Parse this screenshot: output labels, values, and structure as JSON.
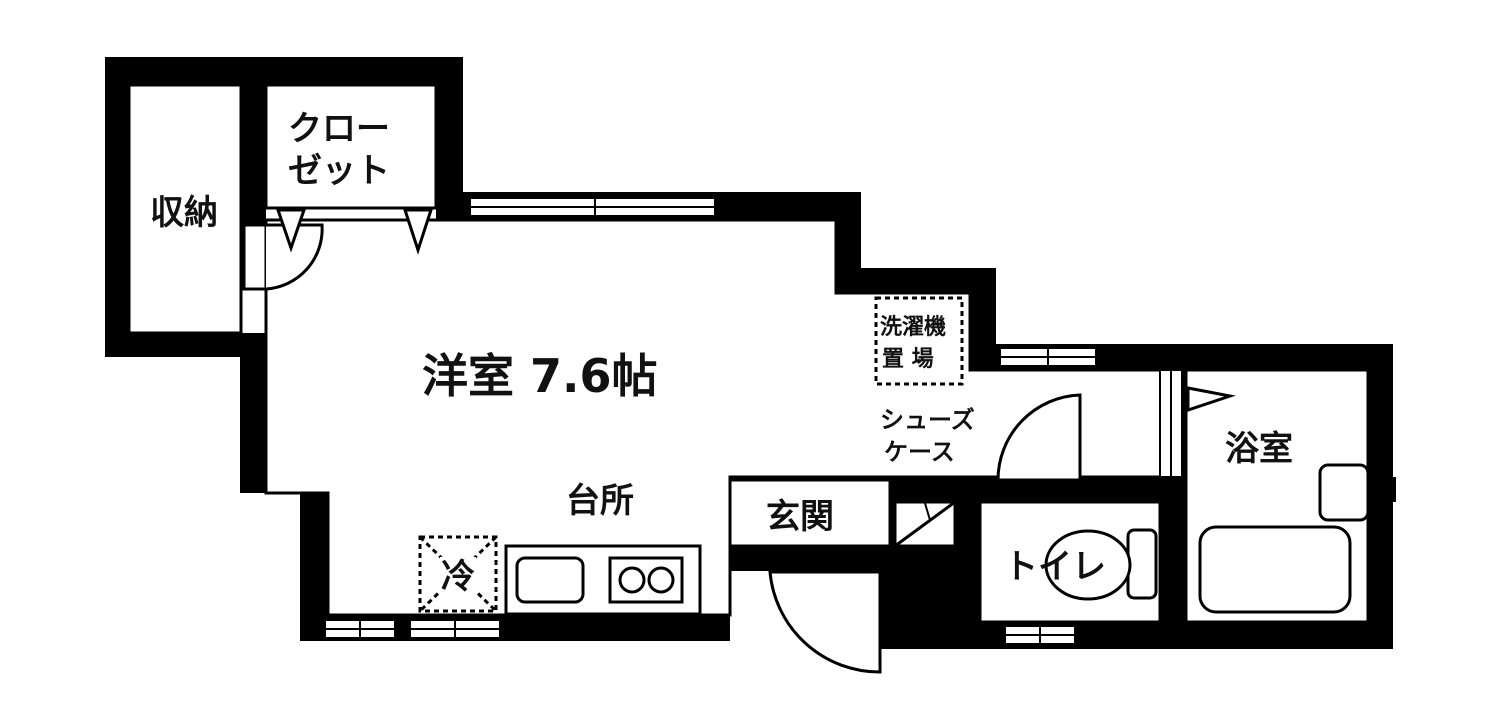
{
  "floorplan": {
    "main_room": "洋室 7.6帖",
    "storage": "収納",
    "closet_line1": "クロー",
    "closet_line2": "ゼット",
    "washer_line1": "洗濯機",
    "washer_line2": "置 場",
    "shoe_line1": "シューズ",
    "shoe_line2": "ケース",
    "kitchen": "台所",
    "fridge": "冷",
    "entrance": "玄関",
    "bathroom": "浴室",
    "toilet": "トイレ"
  },
  "colors": {
    "wall": "#000000",
    "floor": "#ffffff",
    "line": "#000000"
  }
}
